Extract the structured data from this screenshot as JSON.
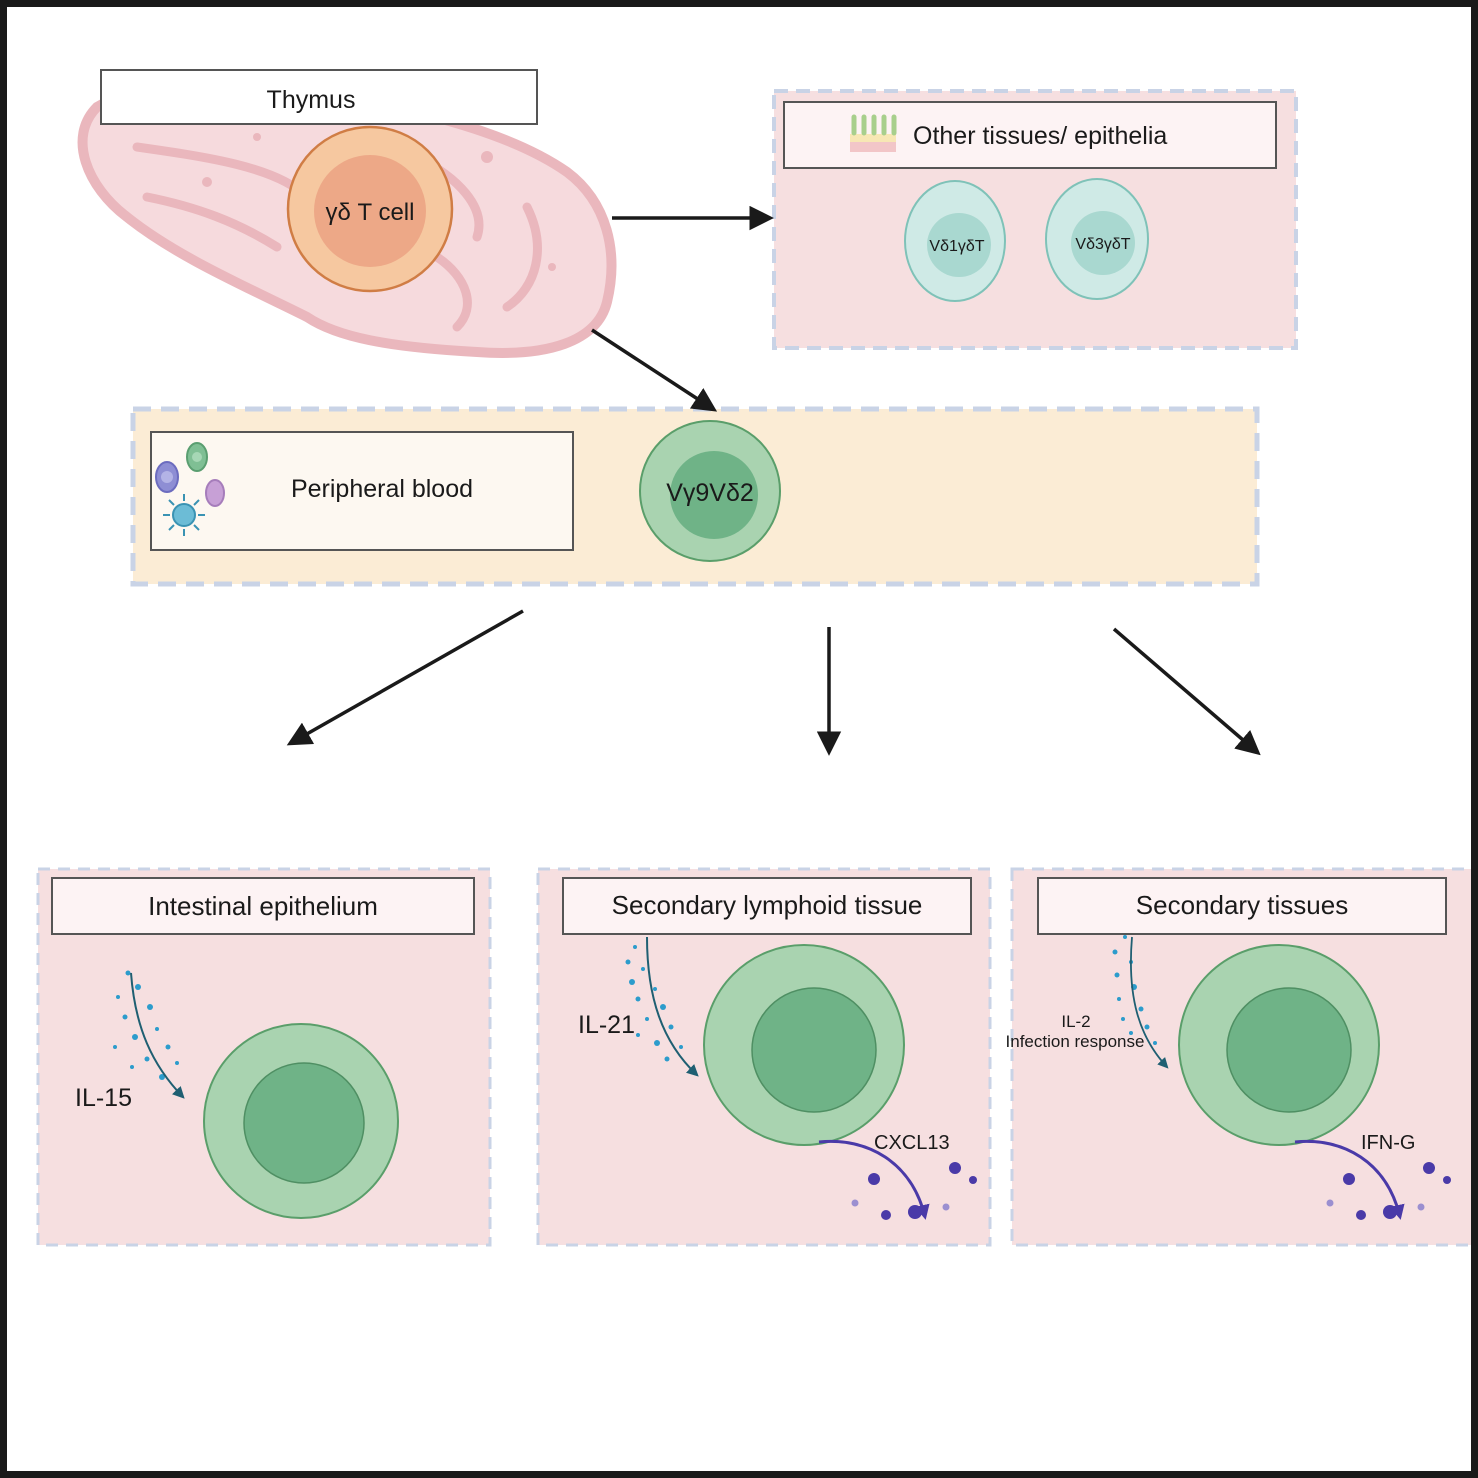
{
  "thymus": {
    "title": "Thymus",
    "cell_label": "γδ T cell"
  },
  "other_tissues": {
    "title": "Other tissues/ epithelia",
    "cells": [
      "Vδ1γδT",
      "Vδ3γδT"
    ]
  },
  "peripheral_blood": {
    "title": "Peripheral blood",
    "cell_label": "Vγ9Vδ2"
  },
  "intestinal": {
    "title": "Intestinal epithelium",
    "cytokine": "IL-15"
  },
  "lymphoid": {
    "title": "Secondary lymphoid tissue",
    "cytokine": "IL-21",
    "secreted": "CXCL13"
  },
  "secondary": {
    "title": "Secondary tissues",
    "cytokine": "IL-2",
    "cytokine_note": "Infection response",
    "secreted": "IFN-G"
  },
  "colors": {
    "tissue_bg": "#f6dfe0",
    "blood_bg": "#fbecd5",
    "dash": "#c9d3e6",
    "thymus_cell": "#f6c8a0",
    "teal_cell": "#cfeae6",
    "green_cell": "#a9d3b0",
    "green_nucleus": "#6fb387",
    "cytokine_dot": "#2c9ccc",
    "chemokine_dot": "#4a3aa8"
  }
}
